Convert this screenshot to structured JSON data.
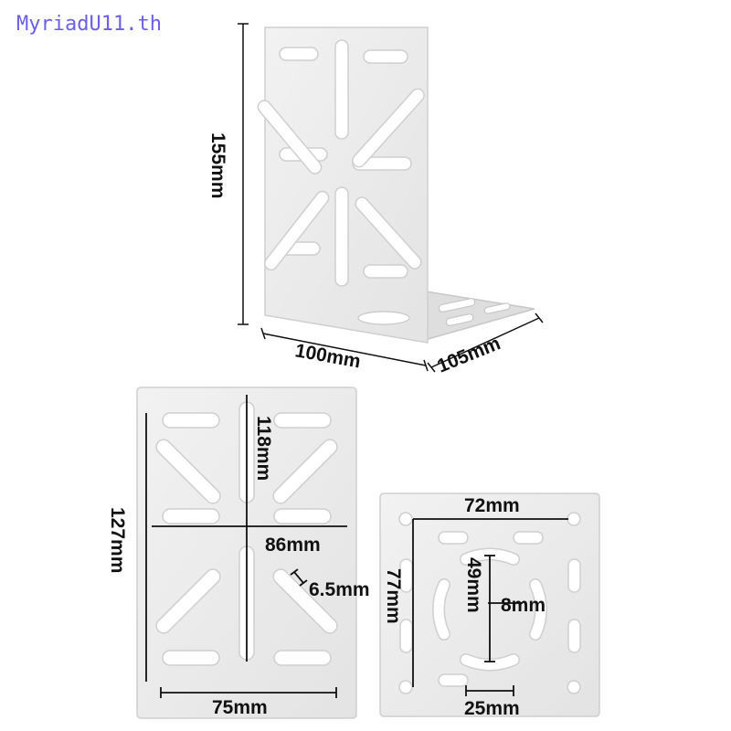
{
  "watermark": "MyriadU11.th",
  "bracket_view": {
    "height_label": "155mm",
    "width_label": "100mm",
    "depth_label": "105mm"
  },
  "vertical_plate": {
    "height_label": "127mm",
    "slot_height_label": "118mm",
    "slot_width_label": "86mm",
    "slot_thickness_label": "6.5mm",
    "bottom_slot_label": "75mm"
  },
  "base_plate": {
    "hole_spacing_h_label": "72mm",
    "hole_spacing_v_label": "77mm",
    "inner_v_label": "49mm",
    "inner_h_label": "8mm",
    "bottom_slot_label": "25mm"
  }
}
